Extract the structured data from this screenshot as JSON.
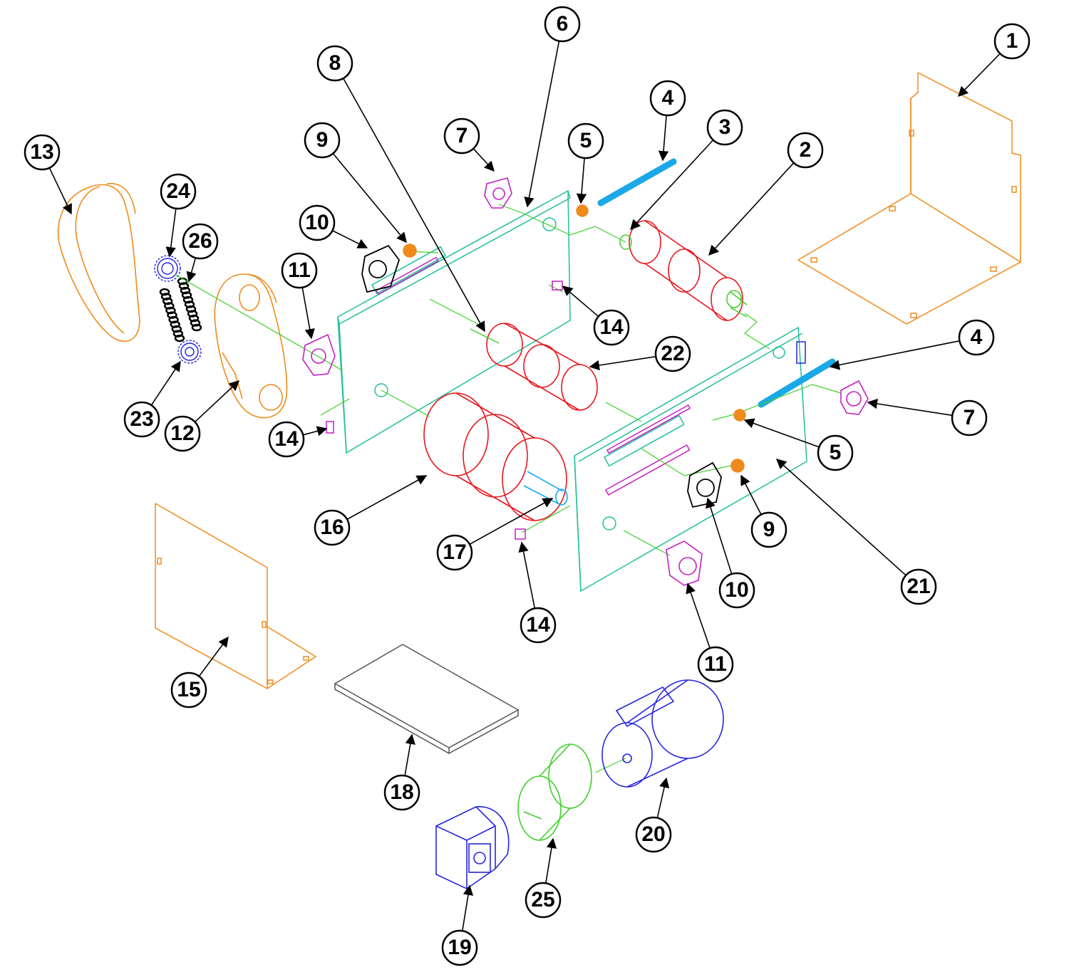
{
  "colors": {
    "orange": "#f08a1c",
    "teal": "#1fbf9a",
    "green": "#3ecf2a",
    "red": "#e8151a",
    "cyan": "#1aa8e8",
    "magenta": "#c41fc4",
    "purple": "#7a1fbf",
    "blue": "#2424e0",
    "black": "#000000",
    "gray": "#555555"
  },
  "callouts": [
    {
      "id": "c1",
      "label": "1"
    },
    {
      "id": "c2",
      "label": "2"
    },
    {
      "id": "c3",
      "label": "3"
    },
    {
      "id": "c4a",
      "label": "4"
    },
    {
      "id": "c4b",
      "label": "4"
    },
    {
      "id": "c5a",
      "label": "5"
    },
    {
      "id": "c5b",
      "label": "5"
    },
    {
      "id": "c6",
      "label": "6"
    },
    {
      "id": "c7a",
      "label": "7"
    },
    {
      "id": "c7b",
      "label": "7"
    },
    {
      "id": "c8",
      "label": "8"
    },
    {
      "id": "c9a",
      "label": "9"
    },
    {
      "id": "c9b",
      "label": "9"
    },
    {
      "id": "c10a",
      "label": "10"
    },
    {
      "id": "c10b",
      "label": "10"
    },
    {
      "id": "c11a",
      "label": "11"
    },
    {
      "id": "c11b",
      "label": "11"
    },
    {
      "id": "c12",
      "label": "12"
    },
    {
      "id": "c13",
      "label": "13"
    },
    {
      "id": "c14a",
      "label": "14"
    },
    {
      "id": "c14b",
      "label": "14"
    },
    {
      "id": "c14c",
      "label": "14"
    },
    {
      "id": "c15",
      "label": "15"
    },
    {
      "id": "c16",
      "label": "16"
    },
    {
      "id": "c17",
      "label": "17"
    },
    {
      "id": "c18",
      "label": "18"
    },
    {
      "id": "c19",
      "label": "19"
    },
    {
      "id": "c20",
      "label": "20"
    },
    {
      "id": "c21",
      "label": "21"
    },
    {
      "id": "c22",
      "label": "22"
    },
    {
      "id": "c23",
      "label": "23"
    },
    {
      "id": "c24",
      "label": "24"
    },
    {
      "id": "c25",
      "label": "25"
    },
    {
      "id": "c26",
      "label": "26"
    }
  ]
}
